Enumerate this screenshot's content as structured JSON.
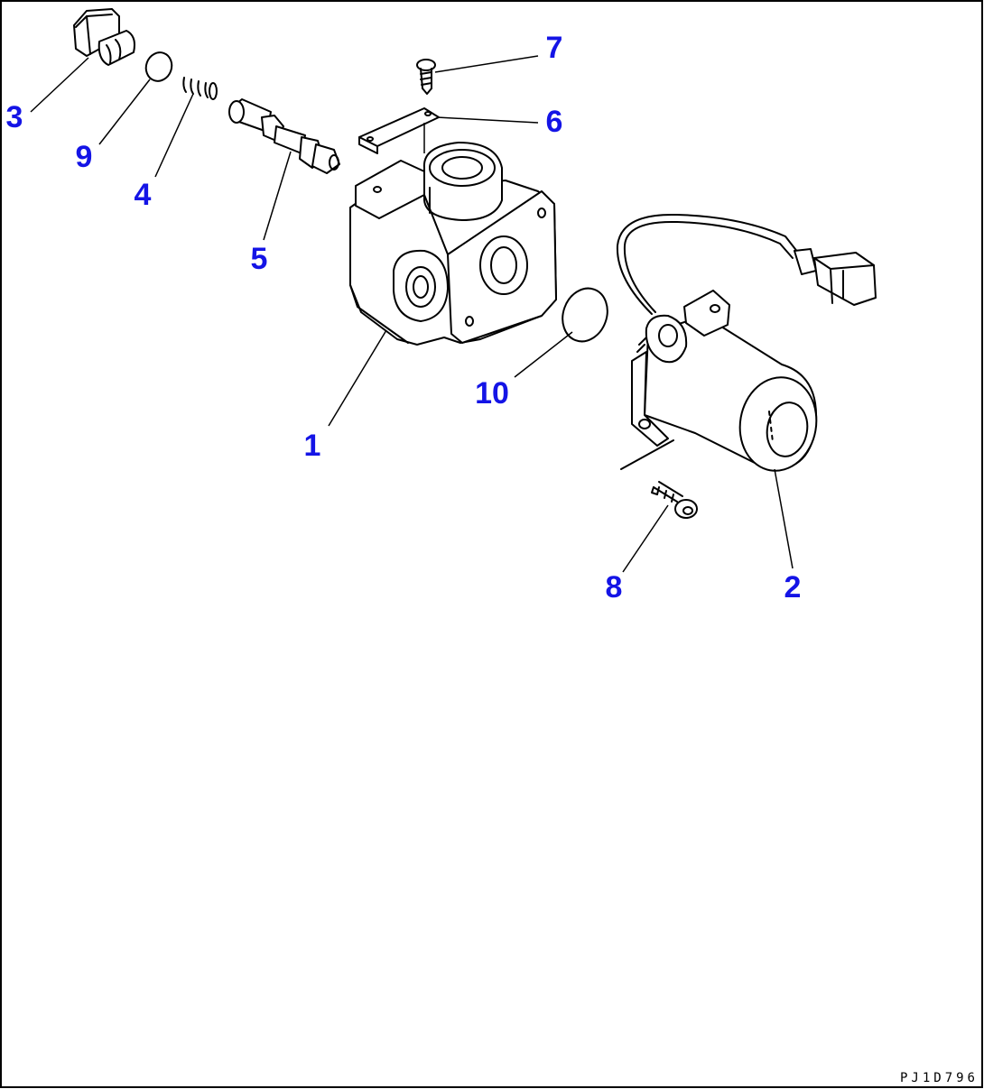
{
  "diagram": {
    "callouts": [
      {
        "id": "1",
        "label": "1"
      },
      {
        "id": "2",
        "label": "2"
      },
      {
        "id": "3",
        "label": "3"
      },
      {
        "id": "4",
        "label": "4"
      },
      {
        "id": "5",
        "label": "5"
      },
      {
        "id": "6",
        "label": "6"
      },
      {
        "id": "7",
        "label": "7"
      },
      {
        "id": "8",
        "label": "8"
      },
      {
        "id": "9",
        "label": "9"
      },
      {
        "id": "10",
        "label": "10"
      }
    ],
    "drawing_code": "PJ1D796"
  },
  "colors": {
    "callout": "#1414e6",
    "line": "#000000",
    "border": "#000000",
    "background": "#ffffff"
  }
}
